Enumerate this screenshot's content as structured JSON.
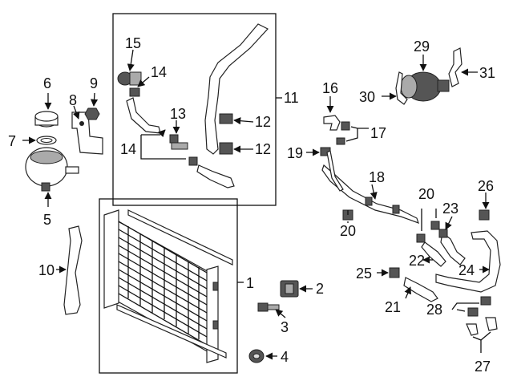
{
  "callouts": {
    "c1": "1",
    "c2": "2",
    "c3": "3",
    "c4": "4",
    "c5": "5",
    "c6": "6",
    "c7": "7",
    "c8": "8",
    "c9": "9",
    "c10": "10",
    "c11": "11",
    "c12a": "12",
    "c12b": "12",
    "c13": "13",
    "c14a": "14",
    "c14b": "14",
    "c15": "15",
    "c16": "16",
    "c17": "17",
    "c18": "18",
    "c19": "19",
    "c20a": "20",
    "c20b": "20",
    "c21": "21",
    "c22": "22",
    "c23": "23",
    "c24": "24",
    "c25": "25",
    "c26": "26",
    "c27": "27",
    "c28": "28",
    "c29": "29",
    "c30": "30",
    "c31": "31"
  }
}
